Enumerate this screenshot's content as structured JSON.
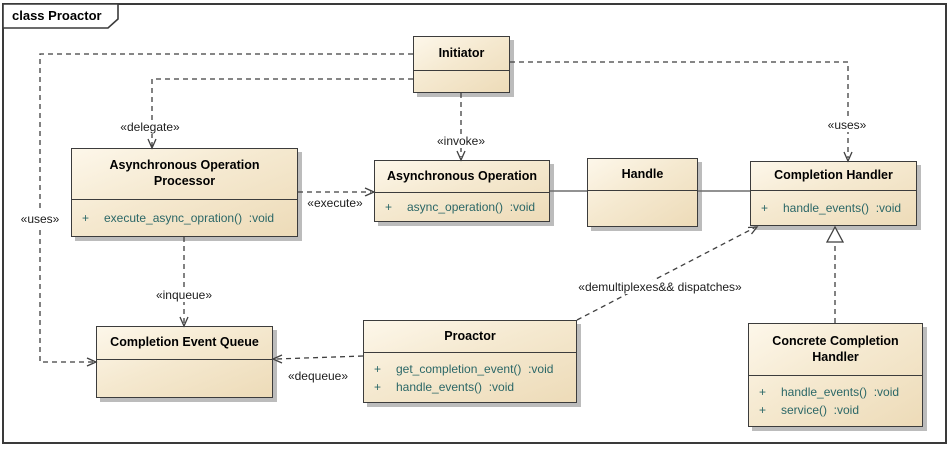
{
  "frame": {
    "title": "class Proactor"
  },
  "colors": {
    "box_fill_light": "#fdf7ea",
    "box_fill_dark": "#eddbb8",
    "box_border": "#3c3c3c",
    "method_text": "#2b6767",
    "shadow": "#bcbcbc",
    "connector": "#3f3f3f"
  },
  "classes": {
    "initiator": {
      "name": "Initiator",
      "methods": []
    },
    "aop": {
      "name": "Asynchronous Operation Processor",
      "methods": [
        {
          "vis": "+",
          "sig": "execute_async_opration()  :void"
        }
      ]
    },
    "async_op": {
      "name": "Asynchronous Operation",
      "methods": [
        {
          "vis": "+",
          "sig": "async_operation()  :void"
        }
      ]
    },
    "handle": {
      "name": "Handle",
      "methods": []
    },
    "completion_handler": {
      "name": "Completion Handler",
      "methods": [
        {
          "vis": "+",
          "sig": "handle_events()  :void"
        }
      ]
    },
    "ceq": {
      "name": "Completion Event Queue",
      "methods": []
    },
    "proactor": {
      "name": "Proactor",
      "methods": [
        {
          "vis": "+",
          "sig": "get_completion_event()  :void"
        },
        {
          "vis": "+",
          "sig": "handle_events()  :void"
        }
      ]
    },
    "cch": {
      "name": "Concrete Completion Handler",
      "methods": [
        {
          "vis": "+",
          "sig": "handle_events()  :void"
        },
        {
          "vis": "+",
          "sig": "service()  :void"
        }
      ]
    }
  },
  "edge_labels": {
    "uses_left": "«uses»",
    "delegate": "«delegate»",
    "invoke": "«invoke»",
    "uses_right": "«uses»",
    "execute": "«execute»",
    "inqueue": "«inqueue»",
    "dequeue": "«dequeue»",
    "demux": "«demultiplexes&& dispatches»"
  }
}
